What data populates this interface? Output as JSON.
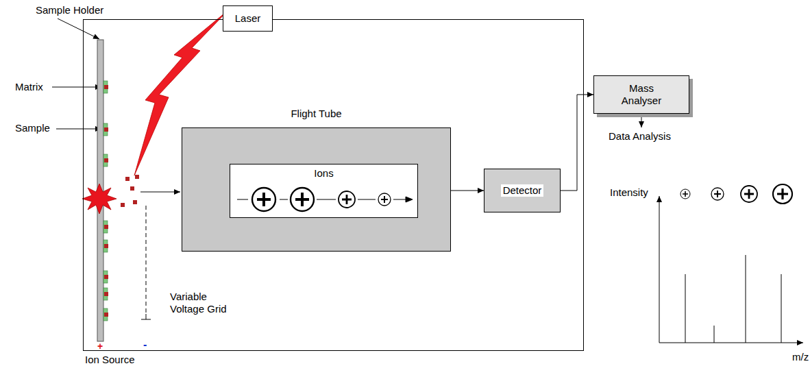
{
  "diagram": {
    "nodes": [
      {
        "text": [
          "Ion Source"
        ]
      },
      {
        "text": [
          "Laser"
        ],
        "in": 0
      },
      {
        "text": [
          "Flight Tube"
        ],
        "in": 0
      },
      {
        "text": [
          "Ions"
        ],
        "in": 2
      },
      {
        "text": [
          "Detector"
        ],
        "in": 0
      },
      {
        "text": [
          "Mass Analyser"
        ]
      }
    ],
    "edges": [
      {
        "from": 2,
        "to": 4,
        "arrow": "to"
      },
      {
        "from": 4,
        "to": 5,
        "arrow": "to"
      }
    ],
    "labels": [
      "Sample Holder",
      "Matrix",
      "Sample",
      "Variable Voltage Grid",
      "+",
      "-",
      "Data Analysis",
      "Intensity",
      "m/z"
    ]
  }
}
